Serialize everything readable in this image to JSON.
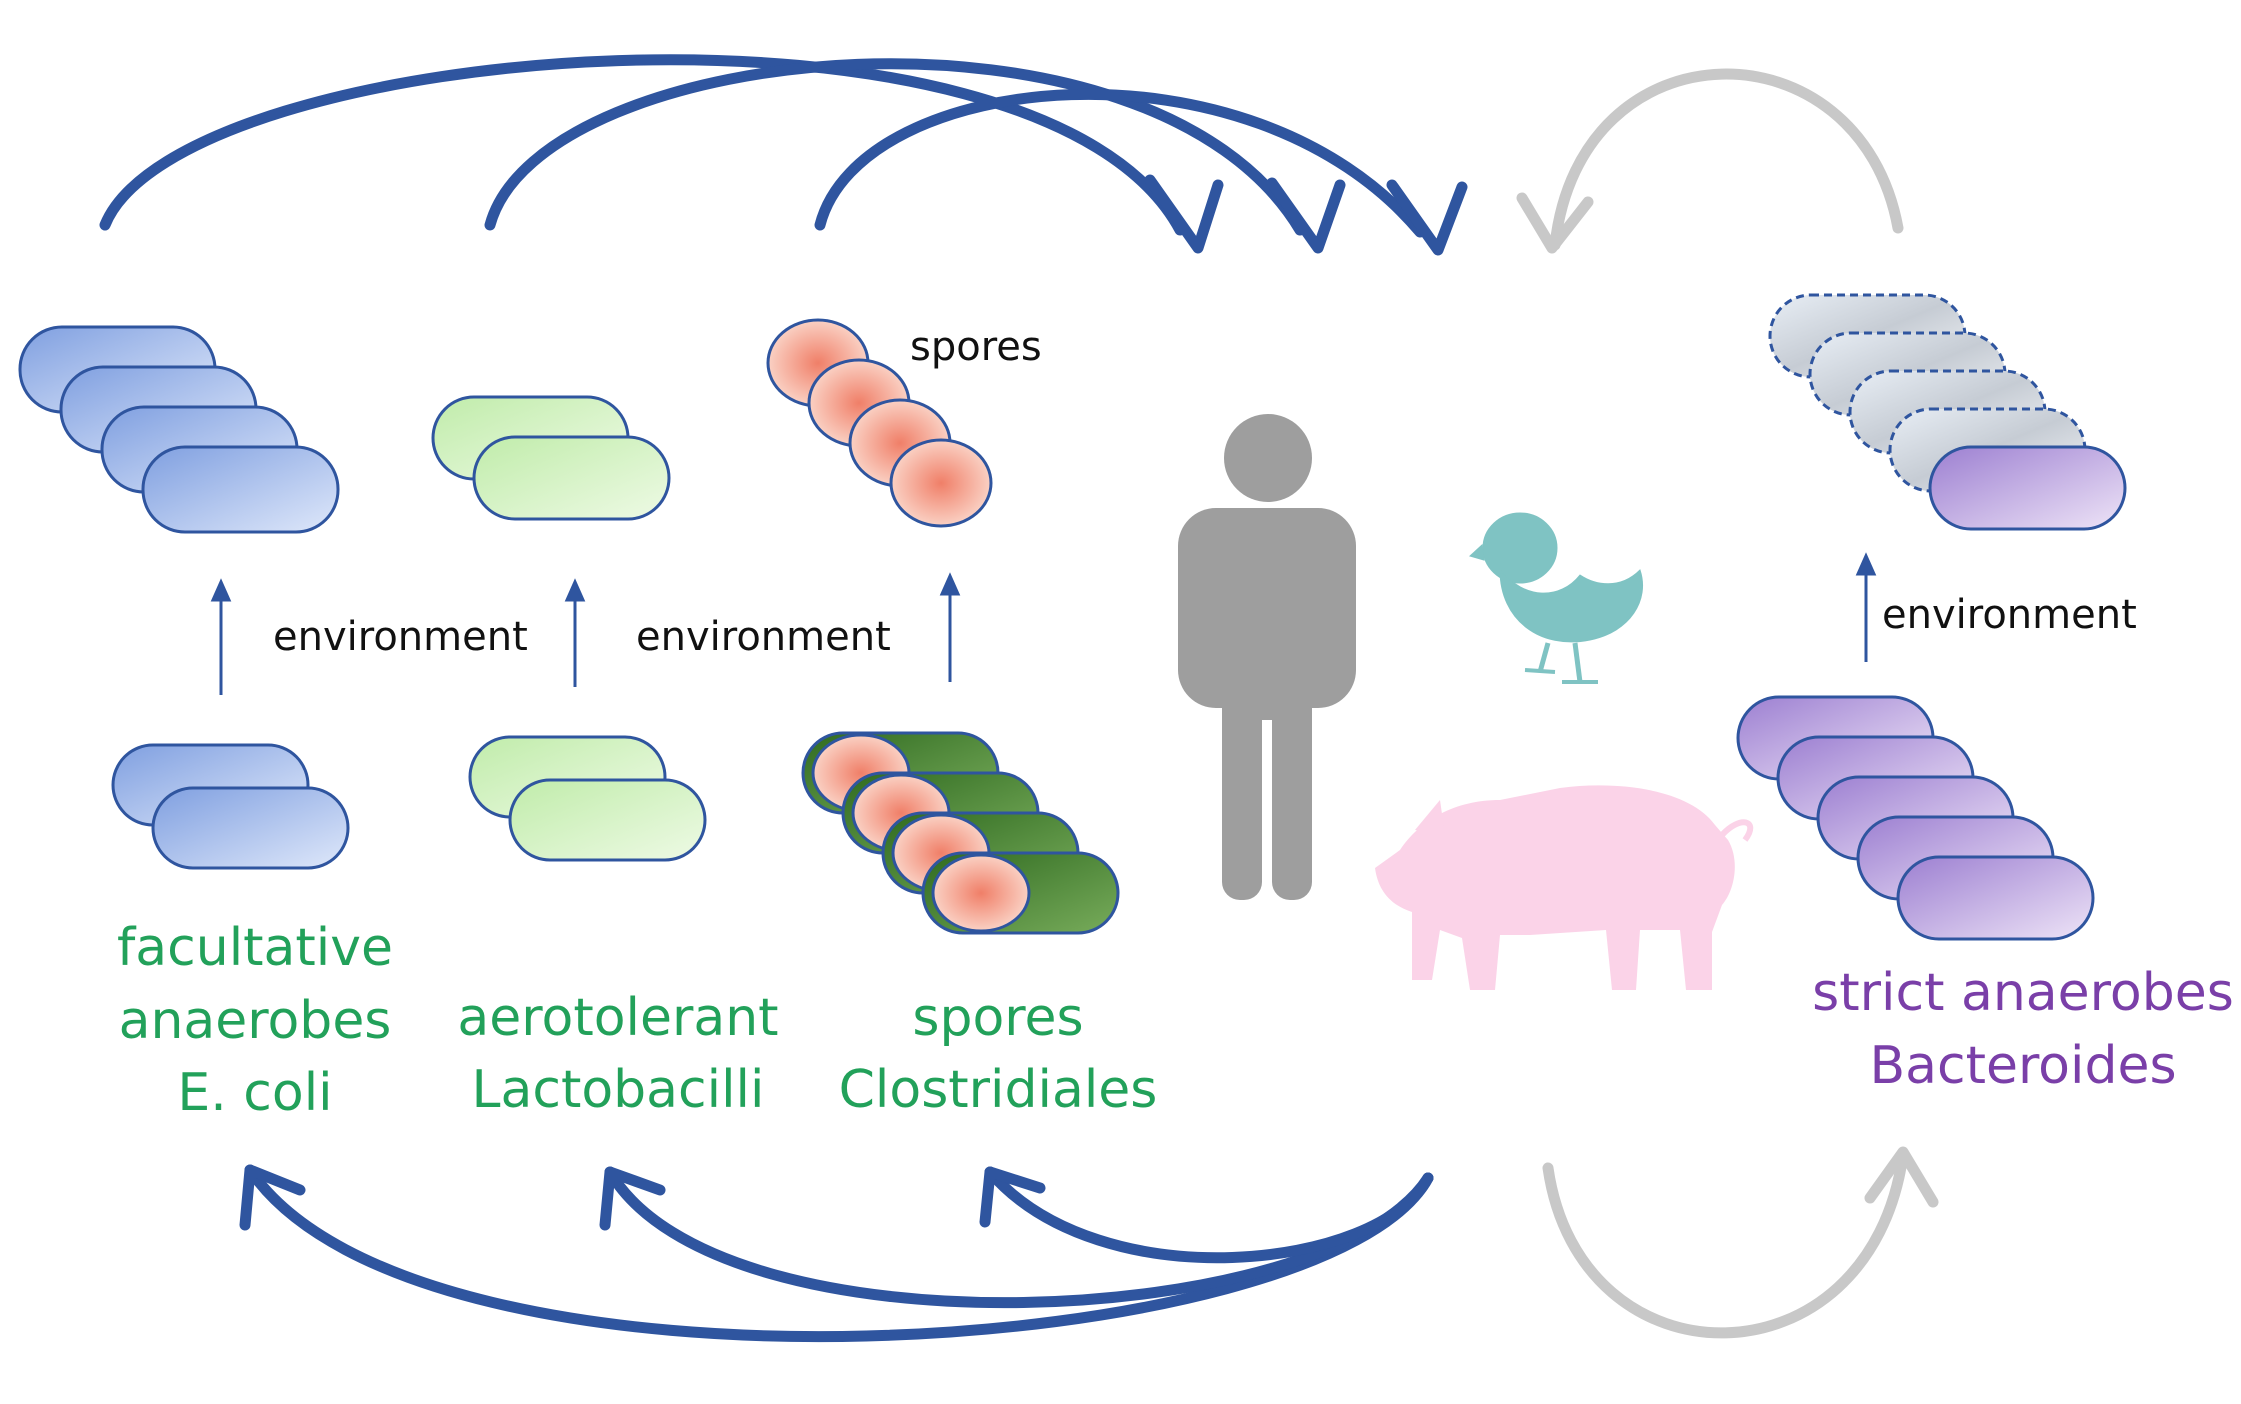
{
  "labels": {
    "spores_top": "spores",
    "environment_1": "environment",
    "environment_2": "environment",
    "environment_3": "environment"
  },
  "groups": {
    "facultative": {
      "line1": "facultative",
      "line2": "anaerobes",
      "line3": "E. coli"
    },
    "aerotolerant": {
      "line1": "aerotolerant",
      "line2": "Lactobacilli"
    },
    "spores": {
      "line1": "spores",
      "line2": "Clostridiales"
    },
    "strict": {
      "line1": "strict anaerobes",
      "line2": "Bacteroides"
    }
  },
  "colors": {
    "arrow_blue": "#2f559f",
    "arrow_grey": "#c8c8c8",
    "ecoli_fill": "#a8bde8",
    "lacto_fill": "#d6f2c4",
    "spore_fill": "#f4a58f",
    "clostridia_fill": "#3f7a2c",
    "bacteroides_fill": "#b59bd8",
    "text_green": "#22a15a",
    "text_purple": "#7a3fa8",
    "human": "#9e9e9e",
    "chick": "#7fc3c3",
    "pig": "#fbd3e8"
  },
  "icons": [
    "human-icon",
    "chick-icon",
    "pig-icon"
  ]
}
